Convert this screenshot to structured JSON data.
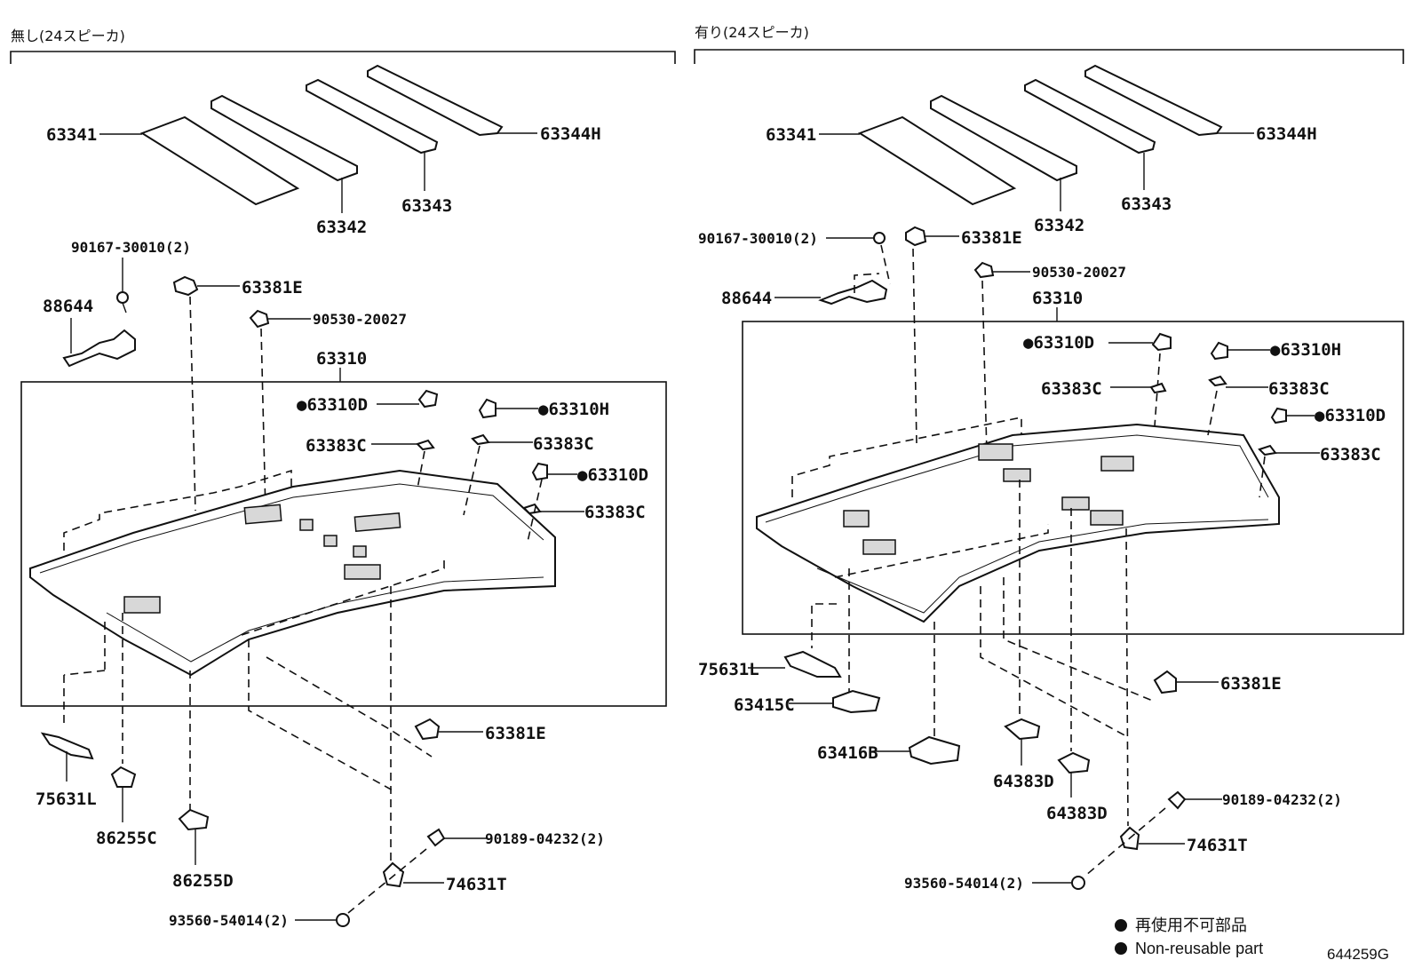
{
  "headers": {
    "left": "無し(24スピーカ)",
    "right": "有り(24スピーカ)"
  },
  "left": {
    "p63341": "63341",
    "p63342": "63342",
    "p63343": "63343",
    "p63344H": "63344H",
    "p90167": "90167-30010(2)",
    "p63381E_top": "63381E",
    "p88644": "88644",
    "p90530": "90530-20027",
    "p63310": "63310",
    "p63310D_1": "●63310D",
    "p63310H": "●63310H",
    "p63383C_1": "63383C",
    "p63383C_2": "63383C",
    "p63310D_2": "●63310D",
    "p63383C_3": "63383C",
    "p63381E_bot": "63381E",
    "p75631L": "75631L",
    "p86255C": "86255C",
    "p86255D": "86255D",
    "p90189": "90189-04232(2)",
    "p74631T": "74631T",
    "p93560": "93560-54014(2)"
  },
  "right": {
    "p63341": "63341",
    "p63342": "63342",
    "p63343": "63343",
    "p63344H": "63344H",
    "p90167": "90167-30010(2)",
    "p63381E_top": "63381E",
    "p90530": "90530-20027",
    "p88644": "88644",
    "p63310": "63310",
    "p63310D_1": "●63310D",
    "p63310H": "●63310H",
    "p63383C_1": "63383C",
    "p63383C_2": "63383C",
    "p63310D_2": "●63310D",
    "p63383C_3": "63383C",
    "p75631L": "75631L",
    "p63415C": "63415C",
    "p63381E_bot": "63381E",
    "p63416B": "63416B",
    "p64383D_1": "64383D",
    "p64383D_2": "64383D",
    "p90189": "90189-04232(2)",
    "p74631T": "74631T",
    "p93560": "93560-54014(2)"
  },
  "legend": {
    "jp": "再使用不可部品",
    "en": "Non-reusable part"
  },
  "diagram_code": "644259G"
}
